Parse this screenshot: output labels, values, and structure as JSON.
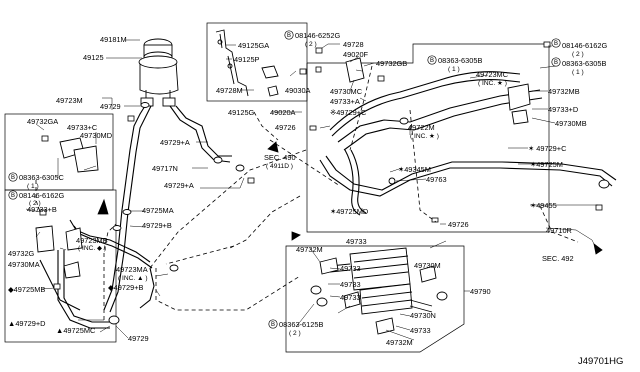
{
  "diagram": {
    "code": "J49701HG",
    "labels": {
      "p49181m": "49181M",
      "p49125": "49125",
      "p49729_top": "49729",
      "p49723m_left": "49723M",
      "p49125ga": "49125GA",
      "p49125p": "49125P",
      "p49728m": "49728M",
      "p49125g": "49125G",
      "b08146_6252g": "08146-6252G",
      "b08146_6252g_qty": "( 2 )",
      "p49728": "49728",
      "p49020f": "49020F",
      "p49732gb": "49732GB",
      "b08363_6305b_a": "08363-6305B",
      "b08363_6305b_a_qty": "( 1 )",
      "p49730mc": "49730MC",
      "p49733a": "49733+A",
      "p49729c_mid": "※49729+C",
      "p49030a": "49030A",
      "p49020a": "49020A",
      "p49726_a": "49726",
      "b08146_6162g_top": "08146-6162G",
      "b08146_6162g_top_qty": "( 2 )",
      "b08363_6305b_b": "08363-6305B",
      "b08363_6305b_b_qty": "( 1 )",
      "p49723mc_top": "49723MC",
      "inc_star_top": "( INC. ★ )",
      "p49732mb": "49732MB",
      "p49733d": "49733+D",
      "p49730mb": "49730MB",
      "p49732ga": "49732GA",
      "p49733c": "49733+C",
      "p49730md": "49730MD",
      "b08363_6305c": "08363-6305C",
      "b08363_6305c_qty": "( 1 )",
      "p49729a_1": "49729+A",
      "p49717n": "49717N",
      "p49729a_2": "49729+A",
      "sec490": "SEC. 490",
      "sec490_sub": "( 4911D )",
      "p49722m": "49722M",
      "inc_star_mid": "( INC. ★ )",
      "p49729c_right": "✶ 49729+C",
      "p49725m": "✶49725M",
      "p49345m": "✶49345M",
      "p49763": "49763",
      "p49725md": "✶49725MD",
      "p49726_b": "49726",
      "p49455": "✶49455",
      "p49710r": "49710R",
      "sec492": "SEC. 492",
      "b08146_6162g_left": "08146-6162G",
      "b08146_6162g_left_qty": "( 2 )",
      "p49733b": "49733+B",
      "p49732g": "49732G",
      "p49730ma": "49730MA",
      "p49725ma": "49725MA",
      "p49729b": "49729+B",
      "p49723mb": "49723MB",
      "inc_diamond": "( INC. ◆ )",
      "p49723ma": "49723MA",
      "inc_triangle": "( INC. ▲ )",
      "p49725mb": "◆49725MB",
      "p49729b_low": "◆49729+B",
      "p49729d": "▲49729+D",
      "p49725mc": "▲49725MC",
      "p49729_bottom": "49729",
      "p49733_cooler_top": "49733",
      "p49732m_top": "49732M",
      "p49733_c1": "49733",
      "p49730m": "49730M",
      "p49790": "49790",
      "p49733_c2": "49733",
      "p49733_c3": "49733",
      "p49730n": "49730N",
      "p49733_c4": "49733",
      "b08363_6125b": "08363-6125B",
      "b08363_6125b_qty": "( 2 )",
      "p49732m_bottom": "49732M"
    }
  }
}
